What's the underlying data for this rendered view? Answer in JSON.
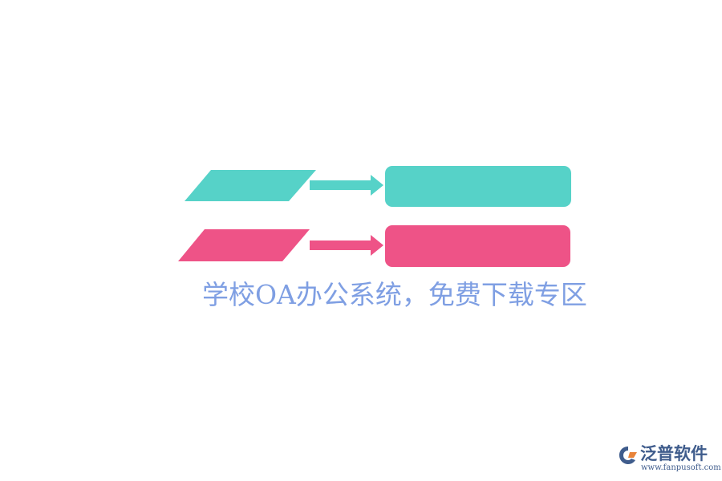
{
  "caption": "学校OA办公系统，免费下载专区",
  "colors": {
    "teal": "#56d2c8",
    "pink": "#ee5387",
    "caption": "#7f9fe3",
    "logo": "#3f5c8c",
    "logo_accent": "#e8833a"
  },
  "rows": [
    {
      "color": "teal",
      "input_label": "",
      "output_label": ""
    },
    {
      "color": "pink",
      "input_label": "",
      "output_label": ""
    }
  ],
  "logo": {
    "name": "泛普软件",
    "url": "www.fanpusoft.com",
    "icon": "fanpu-logo-icon"
  }
}
